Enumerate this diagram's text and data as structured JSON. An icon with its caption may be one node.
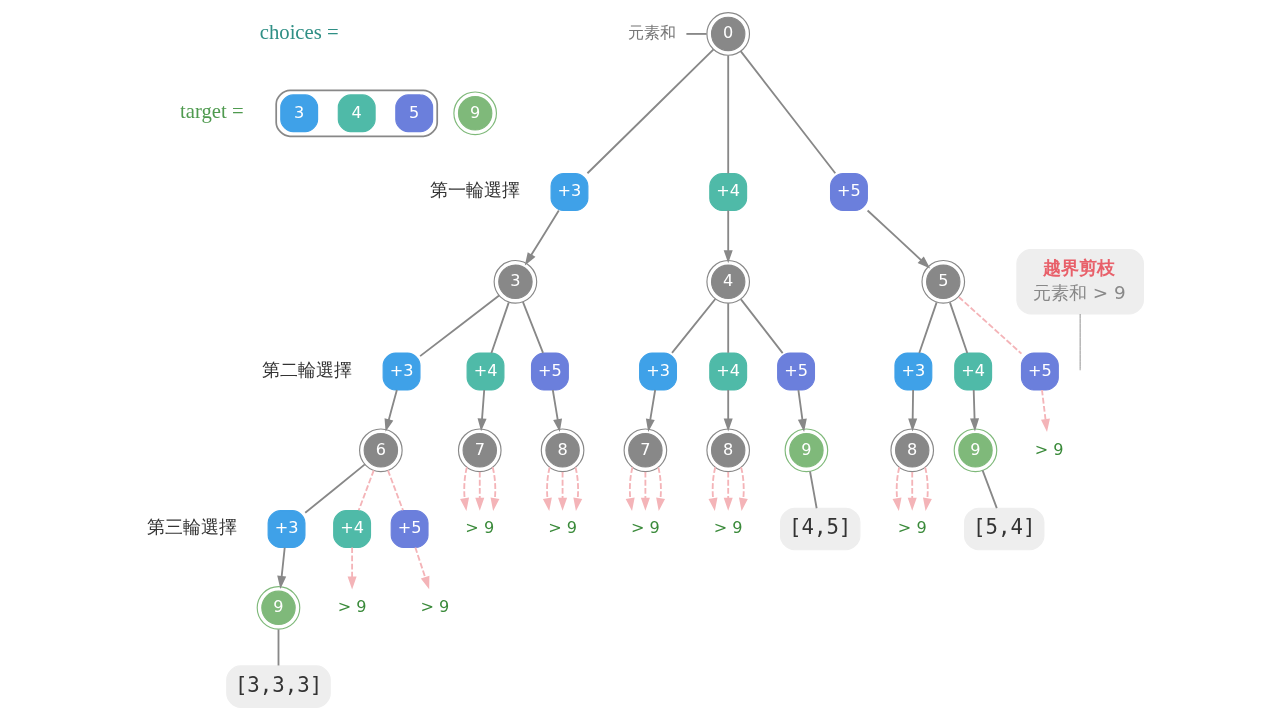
{
  "diagram": {
    "nodes": [
      {
        "text": [
          "元素和"
        ]
      },
      {
        "text": [
          "0"
        ]
      },
      {
        "text": [],
        "shape": "box"
      },
      {
        "text": [
          "3"
        ],
        "in": 2
      },
      {
        "text": [
          "4"
        ],
        "in": 2
      },
      {
        "text": [
          "5"
        ],
        "in": 2
      },
      {
        "text": [
          "9"
        ]
      },
      {
        "text": [
          "+3"
        ]
      },
      {
        "text": [
          "+4"
        ]
      },
      {
        "text": [
          "+5"
        ]
      },
      {
        "text": [
          "3"
        ]
      },
      {
        "text": [
          "4"
        ]
      },
      {
        "text": [
          "5"
        ]
      },
      {
        "text": [
          "越界剪枝",
          "元素和 > 9"
        ]
      },
      {
        "text": [
          "+3"
        ]
      },
      {
        "text": [
          "+4"
        ]
      },
      {
        "text": [
          "+5"
        ]
      },
      {
        "text": [
          "+3"
        ]
      },
      {
        "text": [
          "+4"
        ]
      },
      {
        "text": [
          "+5"
        ]
      },
      {
        "text": [
          "+3"
        ]
      },
      {
        "text": [
          "+4"
        ]
      },
      {
        "text": [
          "+5"
        ]
      },
      {
        "text": [
          "6"
        ]
      },
      {
        "text": [
          "7"
        ]
      },
      {
        "text": [
          "8"
        ]
      },
      {
        "text": [
          "7"
        ]
      },
      {
        "text": [
          "8"
        ]
      },
      {
        "text": [
          "9"
        ]
      },
      {
        "text": [
          "8"
        ]
      },
      {
        "text": [
          "9"
        ]
      },
      {
        "text": [
          "> 9"
        ]
      },
      {
        "text": [
          "+3"
        ]
      },
      {
        "text": [
          "+4"
        ]
      },
      {
        "text": [
          "+5"
        ]
      },
      {
        "text": [
          "> 9"
        ]
      },
      {
        "text": [
          "> 9"
        ]
      },
      {
        "text": [
          "> 9"
        ]
      },
      {
        "text": [
          "> 9"
        ]
      },
      {
        "text": [
          "[4,5]"
        ]
      },
      {
        "text": [
          "> 9"
        ]
      },
      {
        "text": [
          "[5,4]"
        ]
      },
      {
        "text": [
          "9"
        ]
      },
      {
        "text": [
          "> 9"
        ]
      },
      {
        "text": [
          "> 9"
        ]
      },
      {
        "text": [
          "[3,3,3]"
        ]
      }
    ],
    "edges": [
      {
        "from": 0,
        "to": 1,
        "arrow": "none"
      },
      {
        "from": 1,
        "to": 7,
        "arrow": "none"
      },
      {
        "from": 7,
        "to": 10,
        "arrow": "to"
      },
      {
        "from": 1,
        "to": 8,
        "arrow": "none"
      },
      {
        "from": 8,
        "to": 11,
        "arrow": "to"
      },
      {
        "from": 1,
        "to": 9,
        "arrow": "none"
      },
      {
        "from": 9,
        "to": 12,
        "arrow": "to"
      },
      {
        "from": 10,
        "to": 14,
        "arrow": "none"
      },
      {
        "from": 14,
        "to": 23,
        "arrow": "to"
      },
      {
        "from": 10,
        "to": 15,
        "arrow": "none"
      },
      {
        "from": 15,
        "to": 24,
        "arrow": "to"
      },
      {
        "from": 10,
        "to": 16,
        "arrow": "none"
      },
      {
        "from": 16,
        "to": 25,
        "arrow": "to"
      },
      {
        "from": 11,
        "to": 17,
        "arrow": "none"
      },
      {
        "from": 17,
        "to": 26,
        "arrow": "to"
      },
      {
        "from": 11,
        "to": 18,
        "arrow": "none"
      },
      {
        "from": 18,
        "to": 27,
        "arrow": "to"
      },
      {
        "from": 11,
        "to": 19,
        "arrow": "none"
      },
      {
        "from": 19,
        "to": 28,
        "arrow": "to"
      },
      {
        "from": 12,
        "to": 20,
        "arrow": "none"
      },
      {
        "from": 20,
        "to": 29,
        "arrow": "to"
      },
      {
        "from": 12,
        "to": 21,
        "arrow": "none"
      },
      {
        "from": 21,
        "to": 30,
        "arrow": "to"
      },
      {
        "from": 12,
        "to": 22,
        "arrow": "none",
        "style": "dashed",
        "color": "#f4b4b8"
      },
      {
        "from": 22,
        "to": 31,
        "arrow": "to",
        "style": "dashed",
        "color": "#f4b4b8"
      },
      {
        "from": 13,
        "to": null,
        "arrow": "none"
      },
      {
        "from": 23,
        "to": 32,
        "arrow": "none"
      },
      {
        "from": 32,
        "to": 42,
        "arrow": "to"
      },
      {
        "from": 23,
        "to": 33,
        "arrow": "none",
        "style": "dashed",
        "color": "#f4b4b8"
      },
      {
        "from": 33,
        "to": 43,
        "arrow": "to",
        "style": "dashed",
        "color": "#f4b4b8"
      },
      {
        "from": 23,
        "to": 34,
        "arrow": "none",
        "style": "dashed",
        "color": "#f4b4b8"
      },
      {
        "from": 34,
        "to": 44,
        "arrow": "to",
        "style": "dashed",
        "color": "#f4b4b8"
      },
      {
        "from": 24,
        "to": 35,
        "arrow": "to",
        "style": "dashed",
        "color": "#f4b4b8"
      },
      {
        "from": 24,
        "to": 35,
        "arrow": "to",
        "style": "dashed",
        "color": "#f4b4b8"
      },
      {
        "from": 24,
        "to": 35,
        "arrow": "to",
        "style": "dashed",
        "color": "#f4b4b8"
      },
      {
        "from": 25,
        "to": 36,
        "arrow": "to",
        "style": "dashed",
        "color": "#f4b4b8"
      },
      {
        "from": 25,
        "to": 36,
        "arrow": "to",
        "style": "dashed",
        "color": "#f4b4b8"
      },
      {
        "from": 25,
        "to": 36,
        "arrow": "to",
        "style": "dashed",
        "color": "#f4b4b8"
      },
      {
        "from": 26,
        "to": 37,
        "arrow": "to",
        "style": "dashed",
        "color": "#f4b4b8"
      },
      {
        "from": 26,
        "to": 37,
        "arrow": "to",
        "style": "dashed",
        "color": "#f4b4b8"
      },
      {
        "from": 26,
        "to": 37,
        "arrow": "to",
        "style": "dashed",
        "color": "#f4b4b8"
      },
      {
        "from": 27,
        "to": 38,
        "arrow": "to",
        "style": "dashed",
        "color": "#f4b4b8"
      },
      {
        "from": 27,
        "to": 38,
        "arrow": "to",
        "style": "dashed",
        "color": "#f4b4b8"
      },
      {
        "from": 27,
        "to": 38,
        "arrow": "to",
        "style": "dashed",
        "color": "#f4b4b8"
      },
      {
        "from": 28,
        "to": 39,
        "arrow": "none"
      },
      {
        "from": 29,
        "to": 40,
        "arrow": "to",
        "style": "dashed",
        "color": "#f4b4b8"
      },
      {
        "from": 29,
        "to": 40,
        "arrow": "to",
        "style": "dashed",
        "color": "#f4b4b8"
      },
      {
        "from": 29,
        "to": 40,
        "arrow": "to",
        "style": "dashed",
        "color": "#f4b4b8"
      },
      {
        "from": 30,
        "to": 41,
        "arrow": "none"
      },
      {
        "from": 42,
        "to": 45,
        "arrow": "none"
      }
    ],
    "labels": [
      "choices =",
      "target =",
      "第一輪選擇",
      "第二輪選擇",
      "第三輪選擇"
    ]
  }
}
